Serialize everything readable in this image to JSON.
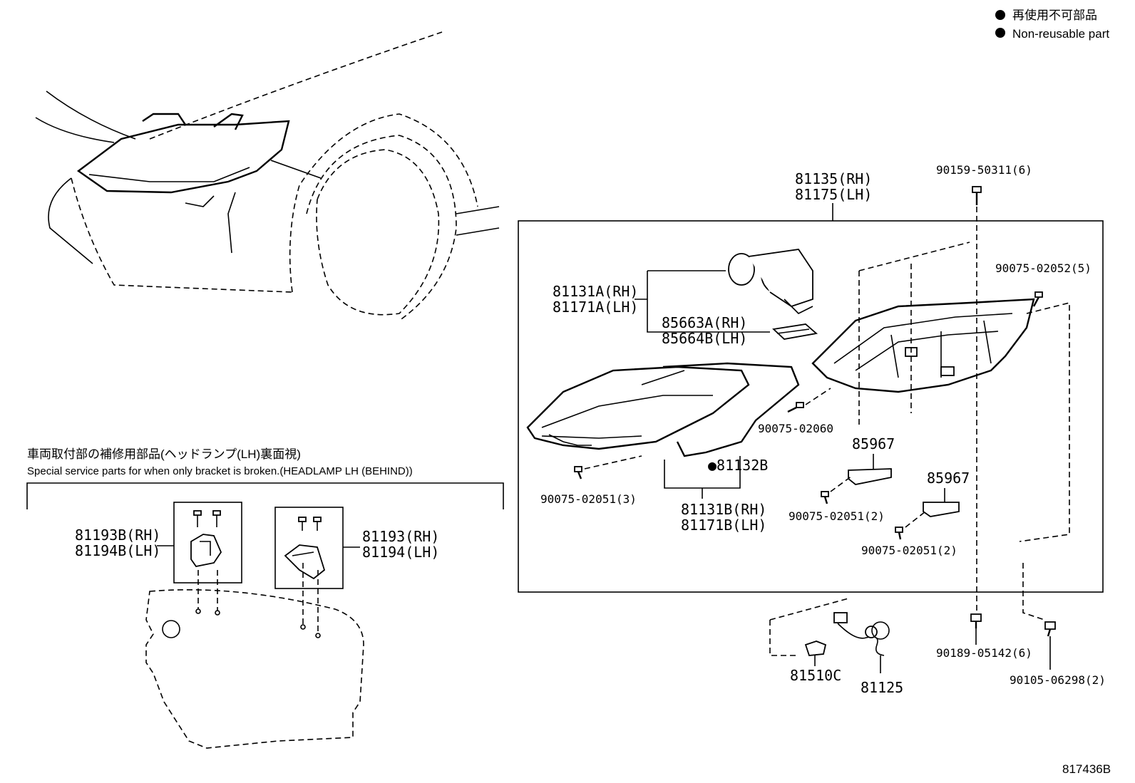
{
  "legend": {
    "marker": "●",
    "jp": "再使用不可部品",
    "en": "Non-reusable part"
  },
  "special_section": {
    "title_jp": "車両取付部の補修用部品(ヘッドランプ(LH)裏面視)",
    "title_en": "Special service parts for when only bracket is broken.(HEADLAMP LH (BEHIND))"
  },
  "parts": {
    "p81135": "81135(RH)",
    "p81175": "81175(LH)",
    "p90159": "90159-50311(6)",
    "p81131a": "81131A(RH)",
    "p81171a": "81171A(LH)",
    "p85663a": "85663A(RH)",
    "p85664b": "85664B(LH)",
    "p90075_02052": "90075-02052(5)",
    "p90075_02060": "90075-02060",
    "p85967_1": "85967",
    "p85967_2": "85967",
    "p81132b": "●81132B",
    "p90075_02051_3": "90075-02051(3)",
    "p90075_02051_2a": "90075-02051(2)",
    "p90075_02051_2b": "90075-02051(2)",
    "p81131b": "81131B(RH)",
    "p81171b": "81171B(LH)",
    "p81193b": "81193B(RH)",
    "p81194b": "81194B(LH)",
    "p81193": "81193(RH)",
    "p81194": "81194(LH)",
    "p90189": "90189-05142(6)",
    "p90105": "90105-06298(2)",
    "p81510c": "81510C",
    "p81125": "81125"
  },
  "figure_id": "817436B"
}
